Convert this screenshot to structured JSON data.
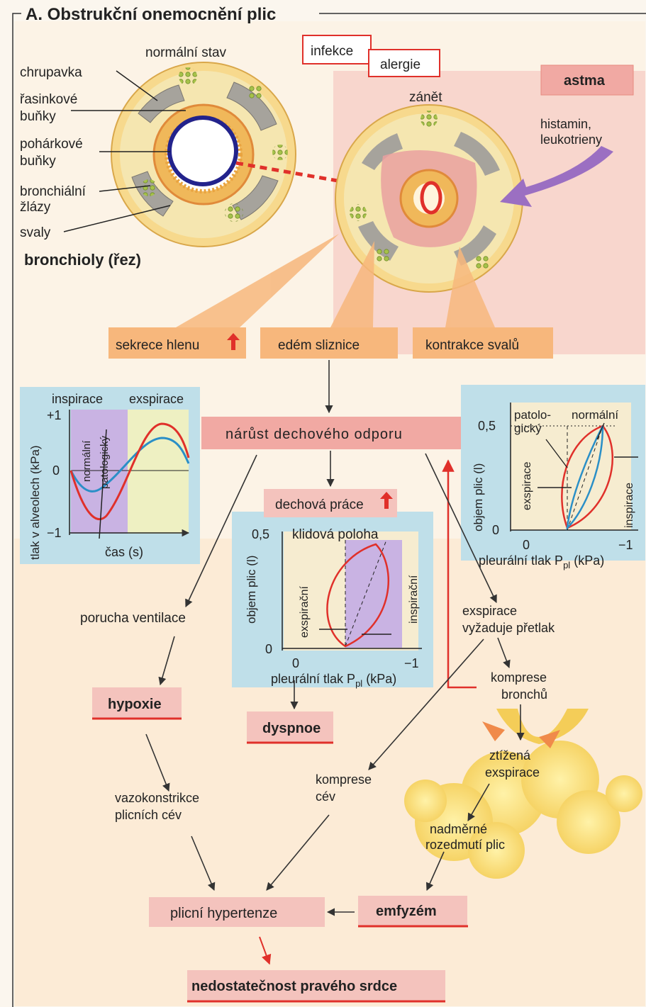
{
  "section_title": "A. Obstrukční onemocnění plic",
  "bronchi": {
    "normal_label": "normální stav",
    "inflamed_label": "zánět",
    "caption": "bronchioly (řez)",
    "labels": [
      "chrupavka",
      "řasinkové",
      "buňky",
      "pohárkové",
      "buňky",
      "bronchiální",
      "žlázy",
      "svaly"
    ]
  },
  "triggers": {
    "infection": "infekce",
    "allergy": "alergie",
    "asthma": "astma",
    "mediators": [
      "histamin,",
      "leukotrieny"
    ]
  },
  "causes": {
    "mucus": "sekrece hlenu",
    "edema": "edém sliznice",
    "contraction": "kontrakce svalů"
  },
  "resistance": "nárůst dechového odporu",
  "work": "dechová práce",
  "chart_left": {
    "insp_label": "inspirace",
    "exp_label": "exspirace",
    "ylabel": "tlak v alveolech (kPa)",
    "xlabel": "čas (s)",
    "yticks": [
      "+1",
      "0",
      "−1"
    ],
    "series": [
      "normální",
      "patologický"
    ]
  },
  "chart_mid": {
    "title": "klidová poloha",
    "ylabel": "objem plic (l)",
    "xlabel_main": "pleurální tlak P",
    "xlabel_sub": "pl",
    "xlabel_unit": " (kPa)",
    "yticks": [
      "0,5",
      "0"
    ],
    "xticks": [
      "0",
      "−1"
    ],
    "exp_label": "exspirační",
    "insp_label": "inspirační"
  },
  "chart_right": {
    "label_pat1": "patolo-",
    "label_pat2": "gický",
    "label_norm": "normální",
    "ylabel": "objem plic (l)",
    "xlabel_main": "pleurální tlak P",
    "xlabel_sub": "pl",
    "xlabel_unit": " (kPa)",
    "yticks": [
      "0,5",
      "0"
    ],
    "xticks": [
      "0",
      "−1"
    ],
    "exp_label": "exspirace",
    "insp_label": "inspirace"
  },
  "flow": {
    "ventilation": "porucha ventilace",
    "hypoxia": "hypoxie",
    "dyspnea": "dyspnoe",
    "expiration1": "exspirace",
    "expiration2": "vyžaduje přetlak",
    "compression1": "komprese",
    "compression2": "bronchů",
    "narrowed1": "ztížená",
    "narrowed2": "exspirace",
    "vessel_comp1": "komprese",
    "vessel_comp2": "cév",
    "vasoconstriction1": "vazokonstrikce",
    "vasoconstriction2": "plicních cév",
    "overinflation1": "nadměrné",
    "overinflation2": "rozedmutí plic",
    "hypertension": "plicní hypertenze",
    "emphysema": "emfyzém",
    "heart_failure": "nedostatečnost pravého srdce"
  },
  "colors": {
    "accent_red": "#e0302a",
    "circle_blue": "#23238c",
    "box_pink": "#f4c3bd",
    "box_orange": "#f7b77c",
    "panel_blue": "#bfdfe9"
  }
}
